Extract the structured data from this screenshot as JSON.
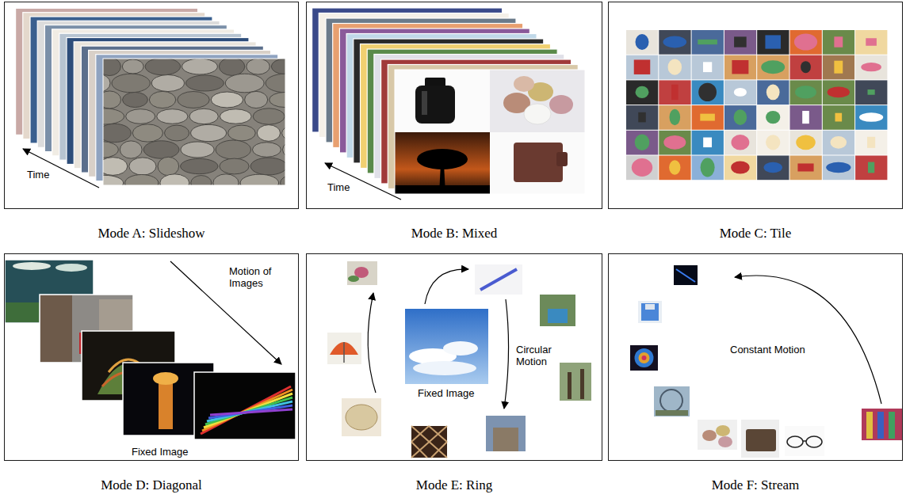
{
  "diagram": {
    "nodes": [
      {
        "text": [
          "Time",
          "Mode A: Slideshow"
        ]
      },
      {
        "text": [
          "Time",
          "Mode B: Mixed"
        ]
      },
      {
        "text": [
          "Mode C: Tile"
        ]
      },
      {
        "text": [
          "Motion of Images",
          "Fixed Image",
          "Mode D: Diagonal"
        ]
      },
      {
        "text": [
          "Circular Motion",
          "Fixed Image",
          "Mode E: Ring"
        ]
      },
      {
        "text": [
          "Constant Motion",
          "Mode F: Stream"
        ]
      }
    ]
  }
}
